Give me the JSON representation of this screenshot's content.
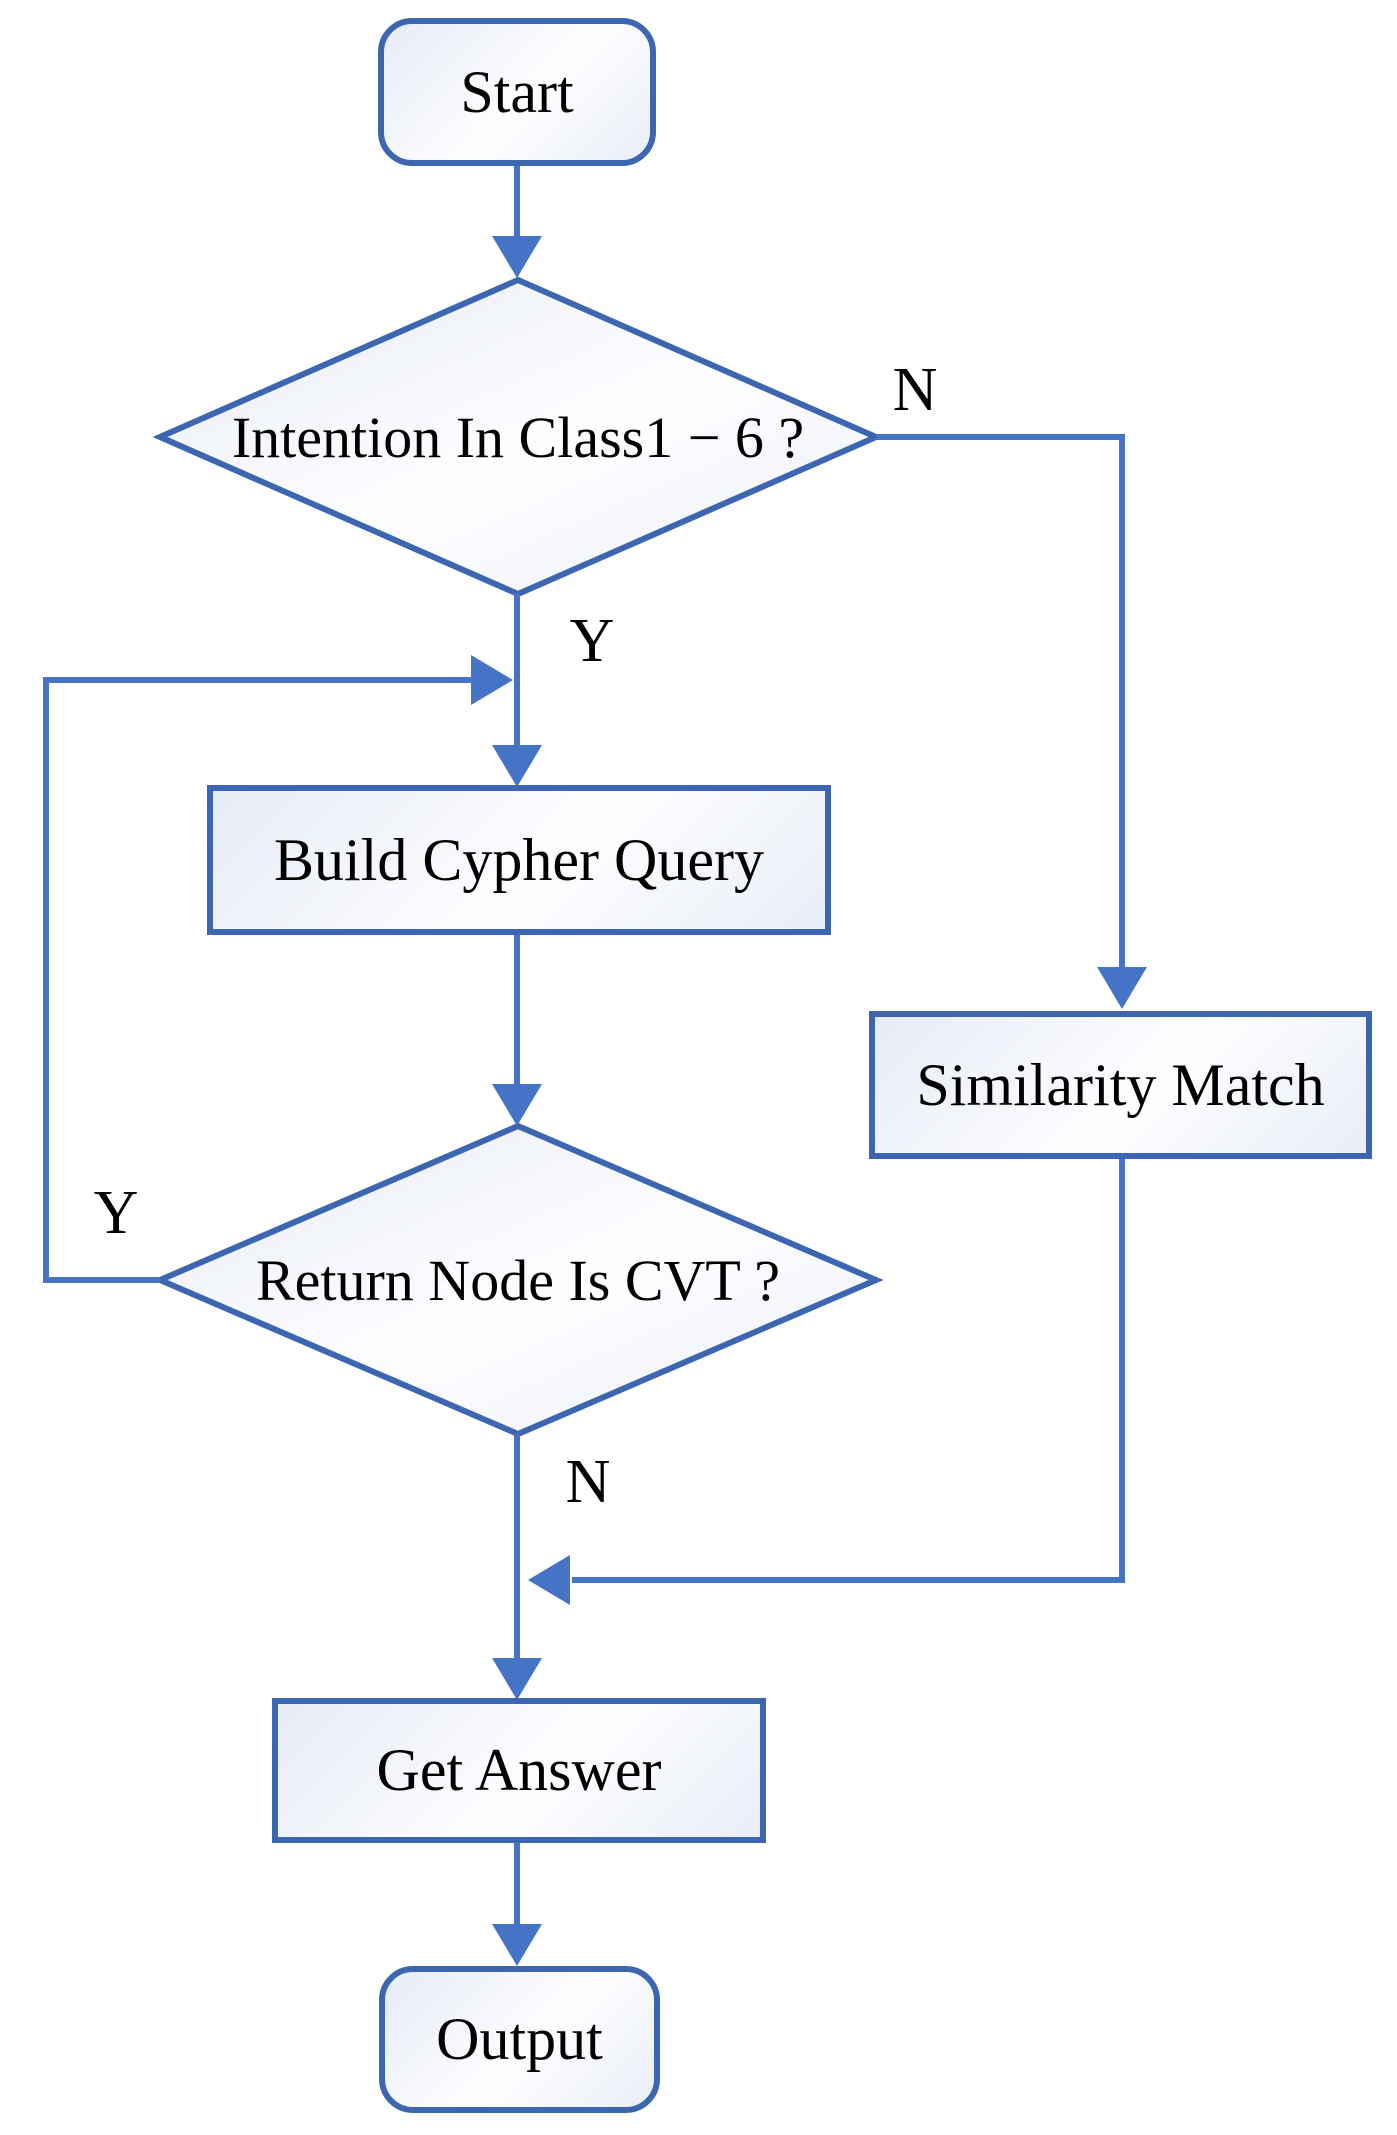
{
  "flowchart": {
    "nodes": {
      "start": {
        "label": "Start",
        "shape": "rounded-terminator"
      },
      "intention": {
        "label": "Intention In Class1 − 6 ?",
        "shape": "decision-diamond"
      },
      "build": {
        "label": "Build Cypher Query",
        "shape": "process-rect"
      },
      "similarity": {
        "label": "Similarity Match",
        "shape": "process-rect"
      },
      "return_cvt": {
        "label": "Return Node Is CVT ?",
        "shape": "decision-diamond"
      },
      "get_answer": {
        "label": "Get Answer",
        "shape": "process-rect"
      },
      "output": {
        "label": "Output",
        "shape": "rounded-terminator"
      }
    },
    "edge_labels": {
      "intention_no": "N",
      "intention_yes": "Y",
      "return_yes": "Y",
      "return_no": "N"
    },
    "edges": [
      {
        "from": "start",
        "to": "intention",
        "label": ""
      },
      {
        "from": "intention",
        "to": "similarity",
        "label": "N"
      },
      {
        "from": "intention",
        "to": "build",
        "label": "Y"
      },
      {
        "from": "build",
        "to": "return_cvt",
        "label": ""
      },
      {
        "from": "return_cvt",
        "to": "build",
        "label": "Y"
      },
      {
        "from": "return_cvt",
        "to": "get_answer",
        "label": "N"
      },
      {
        "from": "similarity",
        "to": "get_answer",
        "label": ""
      },
      {
        "from": "get_answer",
        "to": "output",
        "label": ""
      }
    ],
    "colors": {
      "line_blue": "#4573c5",
      "border_blue": "#3c66b0",
      "text_black": "#000000",
      "canvas_white": "#ffffff"
    }
  }
}
